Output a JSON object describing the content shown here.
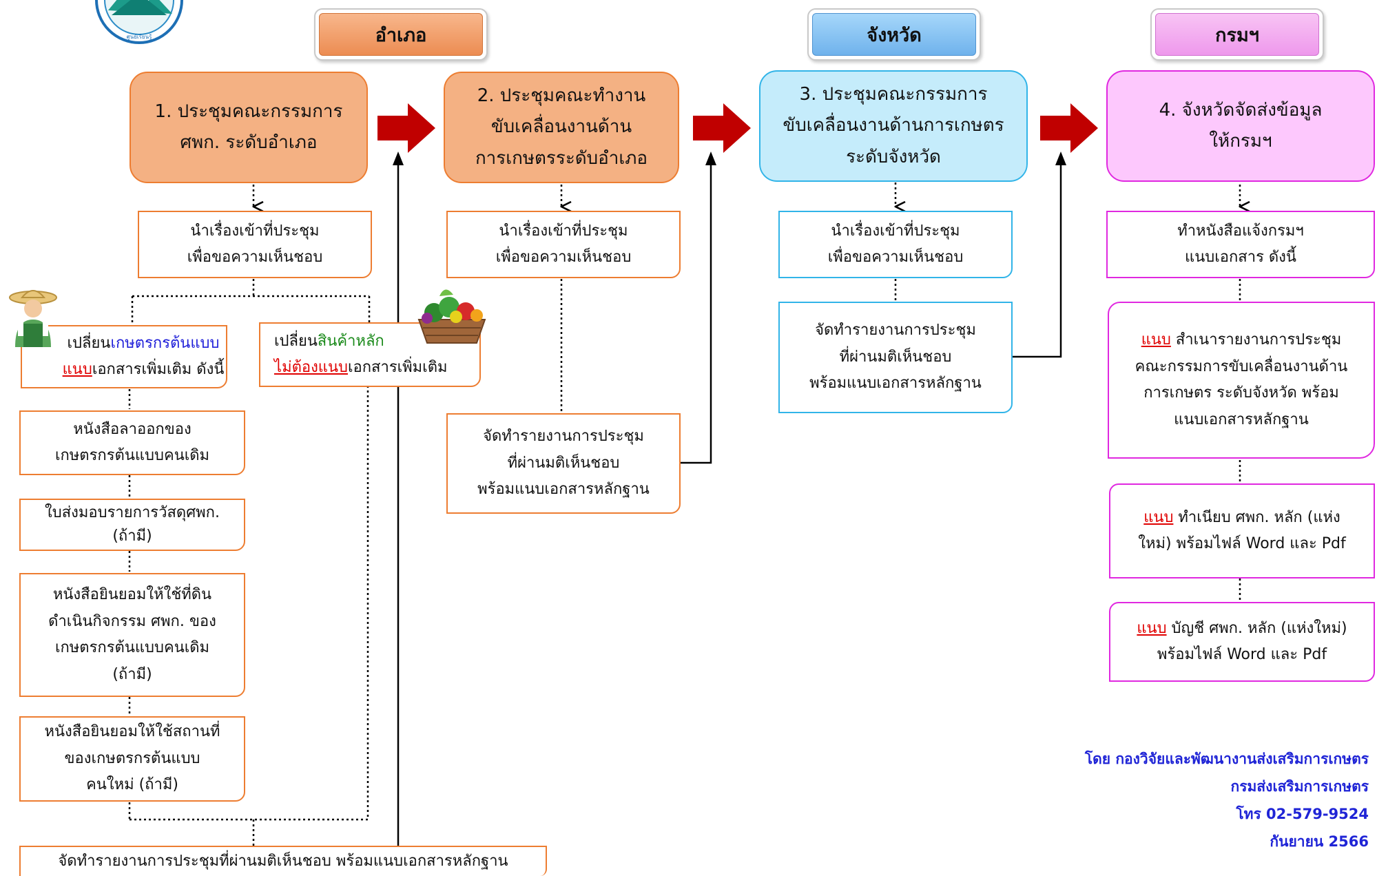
{
  "headers": {
    "district": "อำเภอ",
    "province": "จังหวัด",
    "department": "กรมฯ"
  },
  "step1": {
    "line1": "1. ประชุมคณะกรรมการ",
    "line2": "ศพก. ระดับอำเภอ"
  },
  "step2": {
    "line1": "2. ประชุมคณะทำงาน",
    "line2": "ขับเคลื่อนงานด้าน",
    "line3": "การเกษตรระดับอำเภอ"
  },
  "step3": {
    "line1": "3. ประชุมคณะกรรมการ",
    "line2": "ขับเคลื่อนงานด้านการเกษตร",
    "line3": "ระดับจังหวัด"
  },
  "step4": {
    "line1": "4. จังหวัดจัดส่งข้อมูล",
    "line2": "ให้กรมฯ"
  },
  "submit_meeting": {
    "line1": "นำเรื่องเข้าที่ประชุม",
    "line2": "เพื่อขอความเห็นชอบ"
  },
  "report_approved": {
    "line1": "จัดทำรายงานการประชุม",
    "line2": "ที่ผ่านมติเห็นชอบ",
    "line3": "พร้อมแนบเอกสารหลักฐาน"
  },
  "change_farmer": {
    "prefix": "เปลี่ยน",
    "highlight": "เกษตรกรต้นแบบ",
    "attach": "แนบ",
    "rest": "เอกสารเพิ่มเติม ดังนี้"
  },
  "change_product": {
    "prefix": "เปลี่ยน",
    "highlight": "สินค้าหลัก",
    "no_attach": "ไม่ต้องแนบ",
    "rest": "เอกสารเพิ่มเติม"
  },
  "doc_resign": {
    "line1": "หนังสือลาออกของ",
    "line2": "เกษตรกรต้นแบบคนเดิม"
  },
  "doc_handover": {
    "line1": "ใบส่งมอบรายการวัสดุศพก.",
    "line2": "(ถ้ามี)"
  },
  "doc_land": {
    "line1": "หนังสือยินยอมให้ใช้ที่ดิน",
    "line2": "ดำเนินกิจกรรม ศพก. ของ",
    "line3": "เกษตรกรต้นแบบคนเดิม",
    "line4": "(ถ้ามี)"
  },
  "doc_place": {
    "line1": "หนังสือยินยอมให้ใช้สถานที่",
    "line2": "ของเกษตรกรต้นแบบ",
    "line3": "คนใหม่ (ถ้ามี)"
  },
  "bottom_report": "จัดทำรายงานการประชุมที่ผ่านมติเห็นชอบ พร้อมแนบเอกสารหลักฐาน",
  "dept_letter": {
    "line1": "ทำหนังสือแจ้งกรมฯ",
    "line2": "แนบเอกสาร ดังนี้"
  },
  "dept_doc1": {
    "attach": "แนบ",
    "line1": " สำเนารายงานการประชุม",
    "line2": "คณะกรรมการขับเคลื่อนงานด้าน",
    "line3": "การเกษตร ระดับจังหวัด พร้อม",
    "line4": "แนบเอกสารหลักฐาน"
  },
  "dept_doc2": {
    "attach": "แนบ",
    "line1": " ทำเนียบ ศพก. หลัก (แห่ง",
    "line2": "ใหม่) พร้อมไฟล์ Word และ Pdf"
  },
  "dept_doc3": {
    "attach": "แนบ",
    "line1": " บัญชี ศพก. หลัก (แห่งใหม่)",
    "line2": "พร้อมไฟล์ Word และ Pdf"
  },
  "footer": {
    "line1": "โดย กองวิจัยและพัฒนางานส่งเสริมการเกษตร",
    "line2": "กรมส่งเสริมการเกษตร",
    "line3": "โทร 02-579-9524",
    "line4": "กันยายน 2566"
  },
  "colors": {
    "orange": "#ed7d31",
    "blue": "#31b4e8",
    "pink": "#e028e0",
    "arrow_red": "#c00000",
    "link_blue": "#1f24d6"
  },
  "icons": [
    "logo-icon",
    "farmer-icon",
    "vegetable-basket-icon",
    "red-arrow-icon"
  ]
}
